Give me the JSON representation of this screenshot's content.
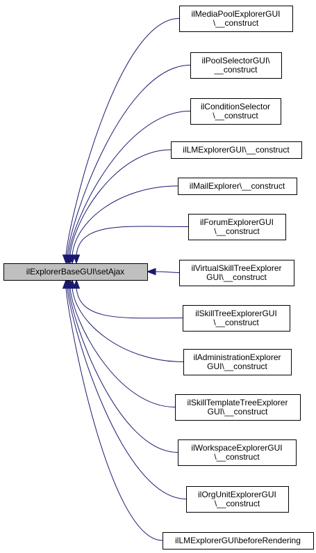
{
  "graph": {
    "edge_color": "#191970",
    "source": {
      "id": "n0",
      "lines": [
        "ilExplorerBaseGUI\\setAjax"
      ],
      "fill": "#bfbfbf"
    },
    "callers": [
      {
        "id": "n1",
        "lines": [
          "ilMediaPoolExplorerGUI",
          "\\__construct"
        ]
      },
      {
        "id": "n2",
        "lines": [
          "ilPoolSelectorGUI\\",
          "__construct"
        ]
      },
      {
        "id": "n3",
        "lines": [
          "ilConditionSelector",
          "\\__construct"
        ]
      },
      {
        "id": "n4",
        "lines": [
          "ilLMExplorerGUI\\__construct"
        ]
      },
      {
        "id": "n5",
        "lines": [
          "ilMailExplorer\\__construct"
        ]
      },
      {
        "id": "n6",
        "lines": [
          "ilForumExplorerGUI",
          "\\__construct"
        ]
      },
      {
        "id": "n7",
        "lines": [
          "ilVirtualSkillTreeExplorer",
          "GUI\\__construct"
        ]
      },
      {
        "id": "n8",
        "lines": [
          "ilSkillTreeExplorerGUI",
          "\\__construct"
        ]
      },
      {
        "id": "n9",
        "lines": [
          "ilAdministrationExplorer",
          "GUI\\__construct"
        ]
      },
      {
        "id": "n10",
        "lines": [
          "ilSkillTemplateTreeExplorer",
          "GUI\\__construct"
        ]
      },
      {
        "id": "n11",
        "lines": [
          "ilWorkspaceExplorerGUI",
          "\\__construct"
        ]
      },
      {
        "id": "n12",
        "lines": [
          "ilOrgUnitExplorerGUI",
          "\\__construct"
        ]
      },
      {
        "id": "n13",
        "lines": [
          "ilLMExplorerGUI\\beforeRendering"
        ]
      }
    ]
  }
}
